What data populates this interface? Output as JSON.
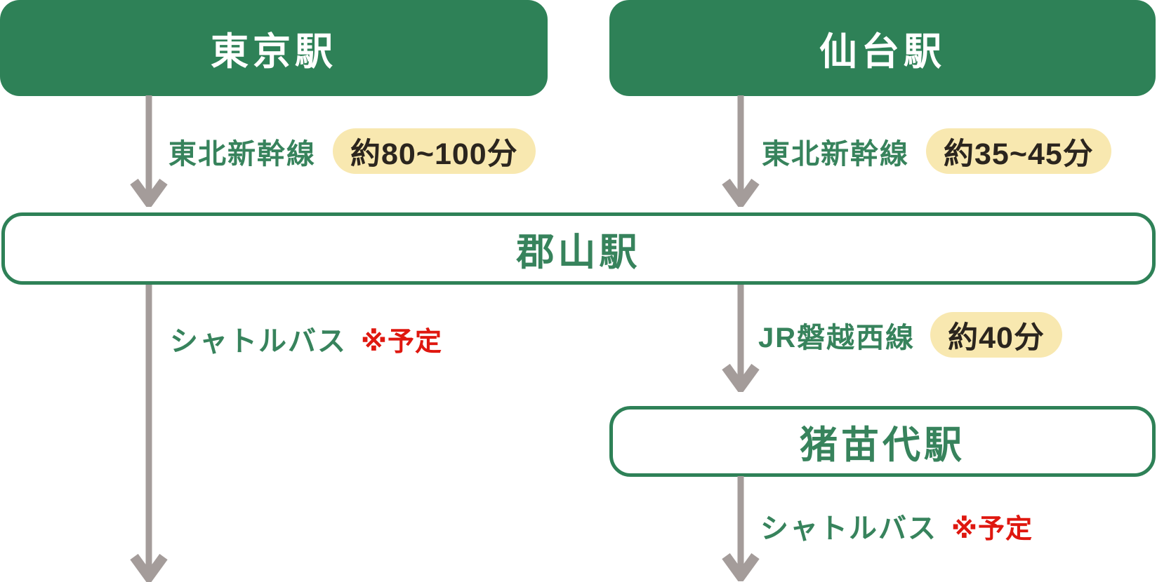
{
  "stations": {
    "tokyo": {
      "label": "東京駅"
    },
    "sendai": {
      "label": "仙台駅"
    },
    "koriyama": {
      "label": "郡山駅"
    },
    "inawashiro": {
      "label": "猪苗代駅"
    }
  },
  "routes": {
    "tokyo_koriyama": {
      "line": "東北新幹線",
      "duration": "約80~100分"
    },
    "sendai_koriyama": {
      "line": "東北新幹線",
      "duration": "約35~45分"
    },
    "koriyama_shuttle": {
      "line": "シャトルバス",
      "note": "※予定"
    },
    "koriyama_inawashiro": {
      "line": "JR磐越西線",
      "duration": "約40分"
    },
    "inawashiro_shuttle": {
      "line": "シャトルバス",
      "note": "※予定"
    }
  },
  "colors": {
    "green": "#2e8157",
    "green_text": "#37835c",
    "badge_bg": "#f8e8b0",
    "badge_text": "#2b251e",
    "note_red": "#df170f",
    "arrow_gray": "#a49c9a",
    "white": "#ffffff"
  }
}
